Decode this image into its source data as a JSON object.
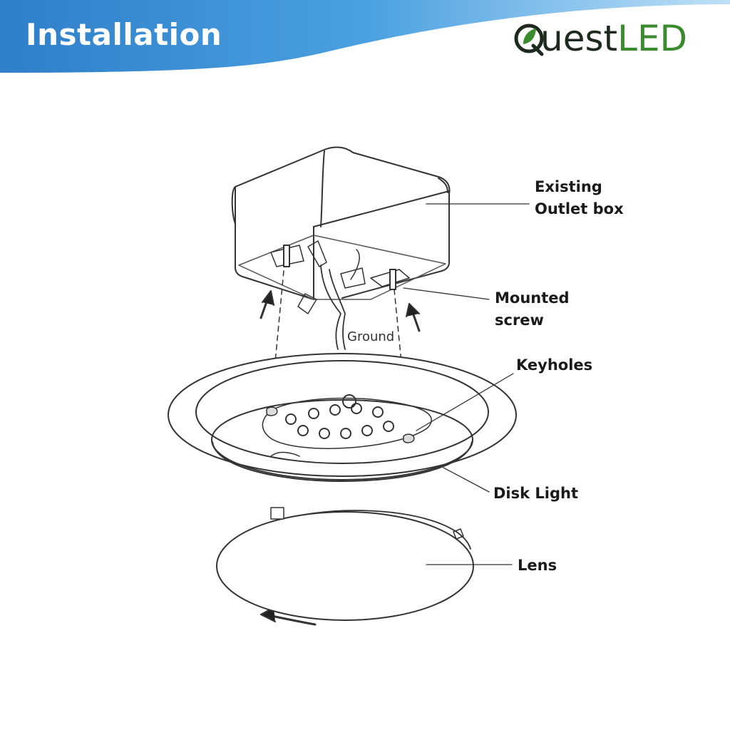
{
  "header": {
    "title": "Installation",
    "banner_color": "#3a8fd4"
  },
  "logo": {
    "quest": "uest",
    "led": "LED",
    "text_color": "#1f2a1f",
    "accent_color": "#3a8a2e"
  },
  "labels": {
    "outlet_line1": "Existing",
    "outlet_line2": "Outlet box",
    "screw_line1": "Mounted",
    "screw_line2": "screw",
    "ground": "Ground",
    "keyholes": "Keyholes",
    "disk_light": "Disk Light",
    "lens": "Lens"
  }
}
